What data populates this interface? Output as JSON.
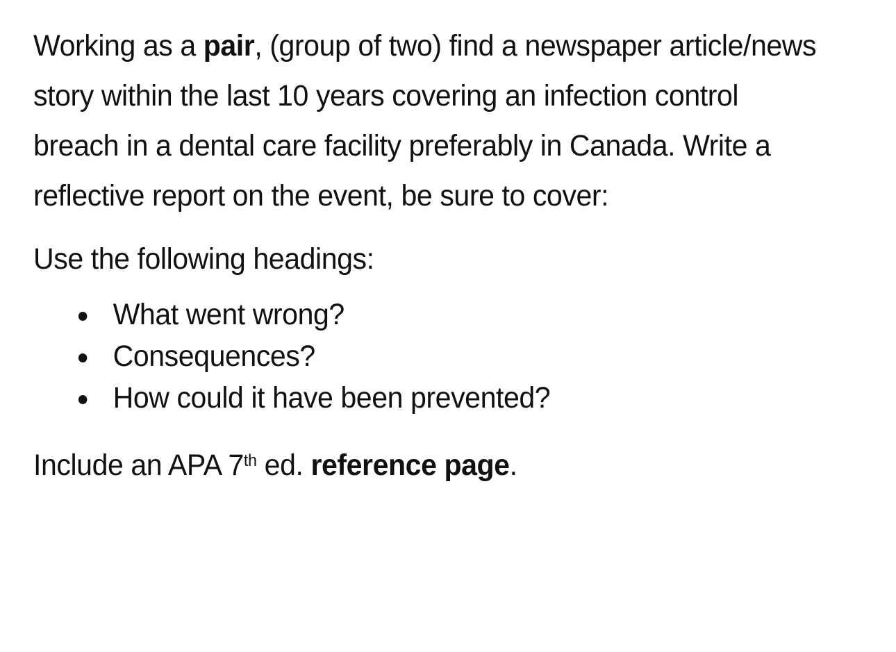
{
  "document": {
    "background_color": "#ffffff",
    "text_color": "#111111",
    "intro": {
      "segment_1": "Working as a ",
      "bold_pair": "pair",
      "segment_2": ", (group of two) find a newspaper article/news story within the last 10 years covering an infection control breach in a dental care facility preferably in Canada. Write a reflective report on the event, be sure to cover:"
    },
    "headings_instruction": "Use the following headings:",
    "bullets": [
      {
        "marker": "bullet-dot",
        "label": "What went wrong?"
      },
      {
        "marker": "bullet-dot",
        "label": "Consequences?"
      },
      {
        "marker": "bullet-dot",
        "label": "How could it have been prevented?"
      }
    ],
    "final_line": {
      "segment_1": "Include an APA 7",
      "superscript": "th",
      "segment_2": " ed. ",
      "bold_reference": "reference page",
      "segment_3": "."
    }
  }
}
